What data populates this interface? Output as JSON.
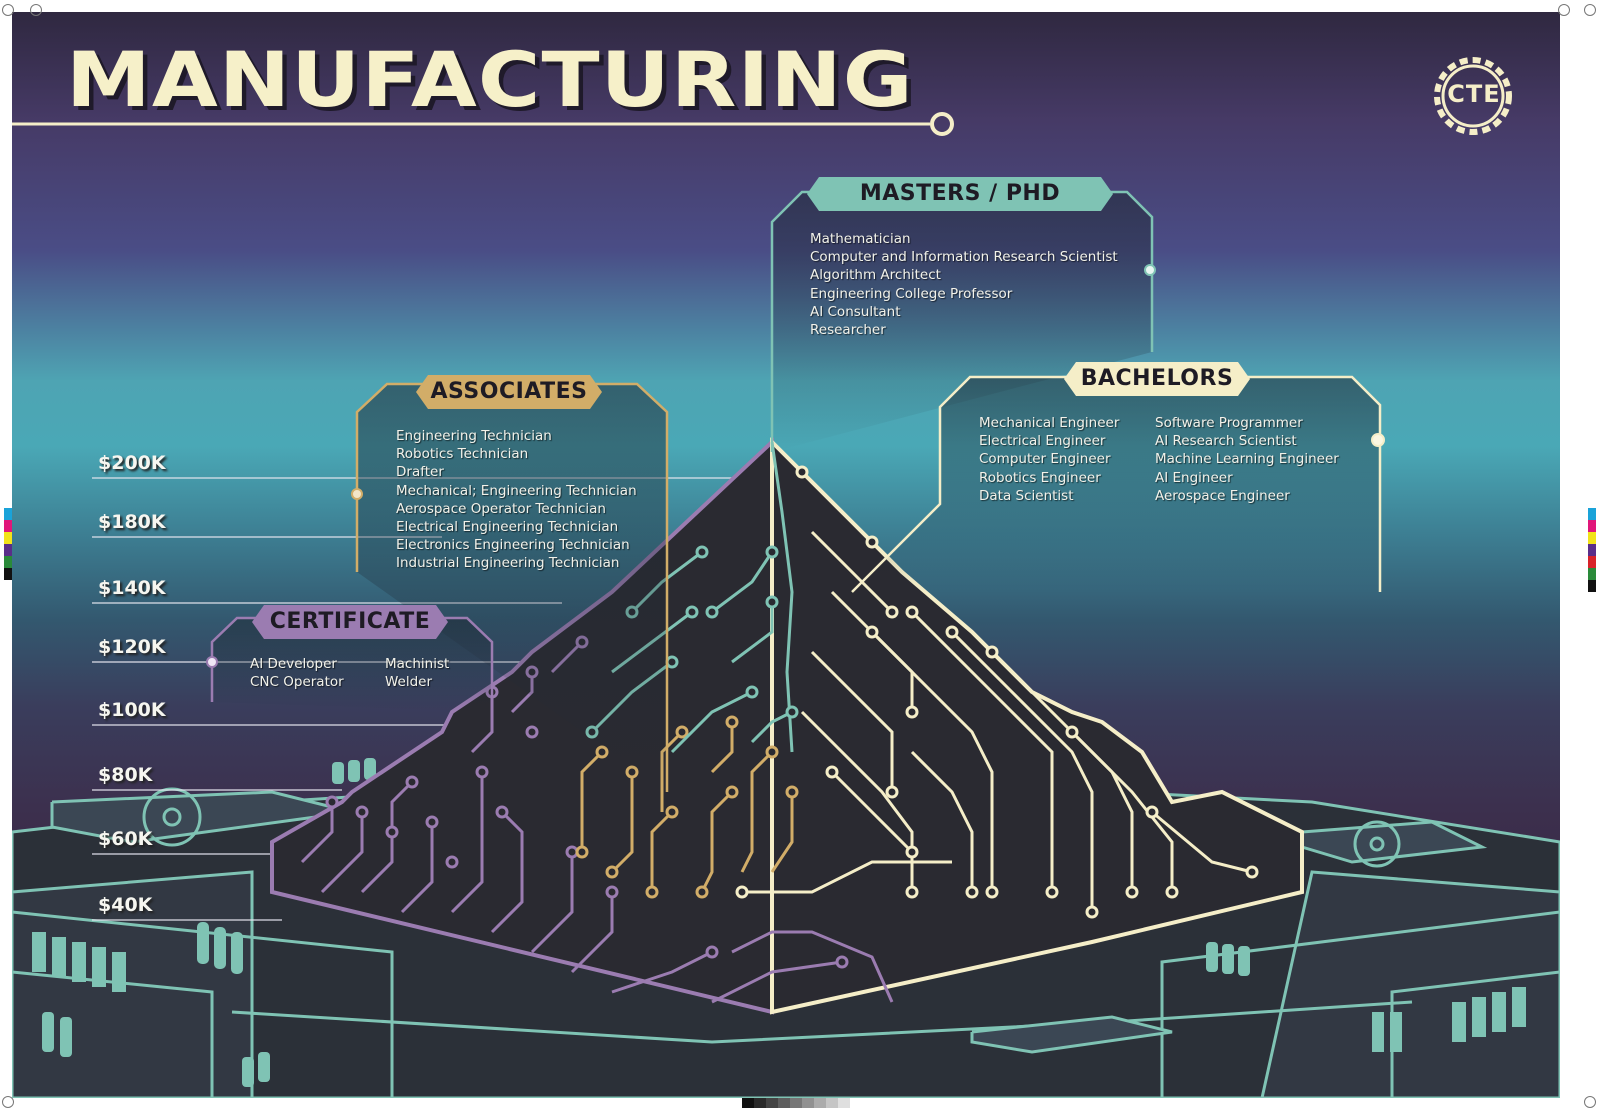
{
  "title": "MANUFACTURING",
  "logo_text": "CTE",
  "colors": {
    "cream": "#f5eec8",
    "teal": "#7fc3b4",
    "gold": "#d2ad68",
    "purple": "#9b7cb1",
    "dark": "#2a2a31"
  },
  "salary_axis": [
    "$200K",
    "$180K",
    "$140K",
    "$120K",
    "$100K",
    "$80K",
    "$60K",
    "$40K"
  ],
  "levels": {
    "masters": {
      "label": "MASTERS / PHD",
      "jobs": [
        "Mathematician",
        "Computer and Information Research Scientist",
        "Algorithm Architect",
        "Engineering College Professor",
        "AI Consultant",
        "Researcher"
      ]
    },
    "associates": {
      "label": "ASSOCIATES",
      "jobs": [
        "Engineering Technician",
        "Robotics Technician",
        "Drafter",
        "Mechanical; Engineering Technician",
        "Aerospace Operator Technician",
        "Electrical Engineering Technician",
        "Electronics Engineering Technician",
        "Industrial Engineering Technician"
      ]
    },
    "bachelors": {
      "label": "BACHELORS",
      "jobs_col1": [
        "Mechanical Engineer",
        "Electrical Engineer",
        "Computer Engineer",
        "Robotics Engineer",
        "Data Scientist"
      ],
      "jobs_col2": [
        "Software Programmer",
        "AI Research Scientist",
        "Machine Learning Engineer",
        "AI Engineer",
        "Aerospace Engineer"
      ]
    },
    "certificate": {
      "label": "CERTIFICATE",
      "jobs_col1": [
        "AI Developer",
        "CNC Operator"
      ],
      "jobs_col2": [
        "Machinist",
        "Welder"
      ]
    }
  }
}
